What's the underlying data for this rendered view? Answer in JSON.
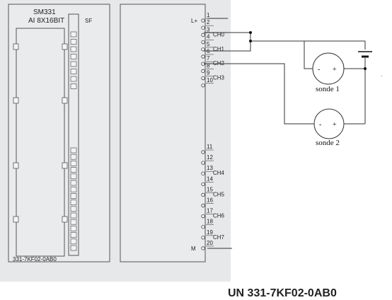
{
  "module": {
    "name": "SM331",
    "type_label": "AI 8X16BIT",
    "sf_label": "SF",
    "order_number": "331-7KF02-0AB0"
  },
  "terminals": [
    {
      "num": "1",
      "label": "L+"
    },
    {
      "num": "2",
      "label": ""
    },
    {
      "num": "3",
      "label": "CH0"
    },
    {
      "num": "4",
      "label": ""
    },
    {
      "num": "5",
      "label": "CH1"
    },
    {
      "num": "6",
      "label": ""
    },
    {
      "num": "7",
      "label": "CH2"
    },
    {
      "num": "8",
      "label": ""
    },
    {
      "num": "9",
      "label": "CH3"
    },
    {
      "num": "10",
      "label": ""
    },
    {
      "num": "11",
      "label": ""
    },
    {
      "num": "12",
      "label": ""
    },
    {
      "num": "13",
      "label": "CH4"
    },
    {
      "num": "14",
      "label": ""
    },
    {
      "num": "15",
      "label": "CH5"
    },
    {
      "num": "16",
      "label": ""
    },
    {
      "num": "17",
      "label": "CH6"
    },
    {
      "num": "18",
      "label": ""
    },
    {
      "num": "19",
      "label": "CH7"
    },
    {
      "num": "20",
      "label": "M"
    }
  ],
  "sensors": [
    {
      "name": "sonde 1",
      "minus": "-",
      "plus": "+"
    },
    {
      "name": "sonde 2",
      "minus": "-",
      "plus": "+"
    }
  ],
  "caption": "UN 331-7KF02-0AB0",
  "colors": {
    "panel": "#e6e8ea",
    "line": "#333333"
  }
}
